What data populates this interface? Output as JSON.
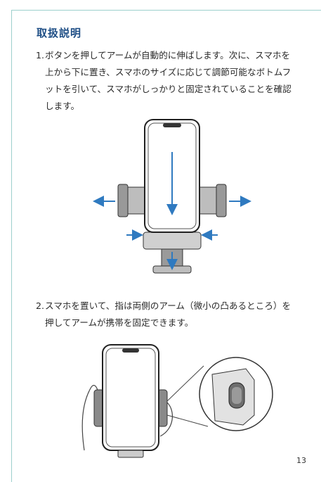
{
  "section_title": "取扱説明",
  "steps": [
    {
      "number": "1.",
      "text": "ボタンを押してアームが自動的に伸ばします。次に、スマホを上から下に置き、スマホのサイズに応じて調節可能なボトムフットを引いて、スマホがしっかりと固定されていることを確認します。"
    },
    {
      "number": "2.",
      "text": "スマホを置いて、指は両側のアーム（微小の凸あるところ）を押してアームが携帯を固定できます。"
    }
  ],
  "colors": {
    "frame": "#9dd0cc",
    "title": "#1f4f86",
    "arrow": "#2f7ac0",
    "device": "#888888"
  },
  "icons": [
    "phone-holder-illustration",
    "hand-grip-illustration",
    "arrow-icon"
  ],
  "page_number": "13"
}
